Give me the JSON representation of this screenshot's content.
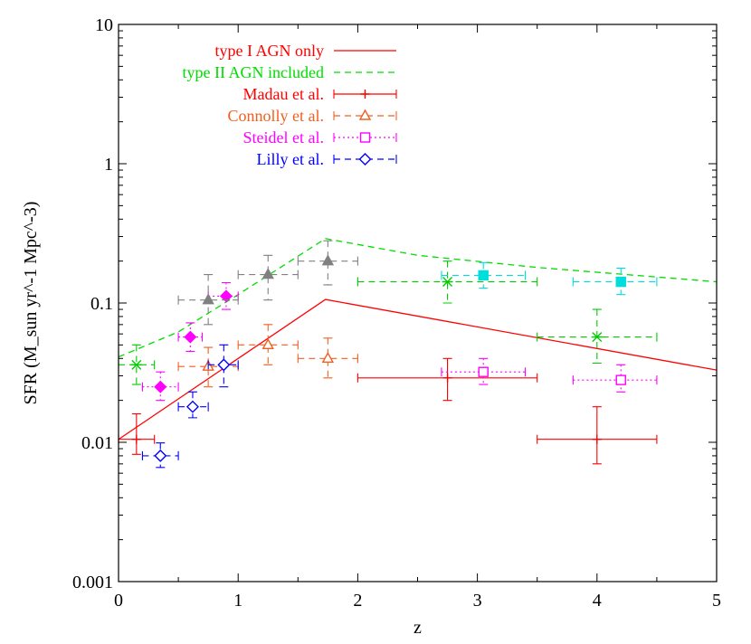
{
  "chart_data": {
    "type": "scatter",
    "title": "",
    "xlabel": "z",
    "ylabel": "SFR (M_sun yr^-1 Mpc^-3)",
    "xlim": [
      0,
      5
    ],
    "ylim": [
      0.001,
      10
    ],
    "yscale": "log",
    "grid": false,
    "legend_position": "top-left",
    "x_ticks": [
      0,
      1,
      2,
      3,
      4,
      5
    ],
    "x_tick_labels": [
      "0",
      "1",
      "2",
      "3",
      "4",
      "5"
    ],
    "y_ticks": [
      0.001,
      0.01,
      0.1,
      1,
      10
    ],
    "y_tick_labels": [
      "0.001",
      "0.01",
      "0.1",
      "1",
      "10"
    ],
    "curves": [
      {
        "name": "type I AGN only",
        "color": "#ff0000",
        "dash": "solid",
        "points": [
          [
            0,
            0.0105
          ],
          [
            1.73,
            0.106
          ],
          [
            5,
            0.033
          ]
        ]
      },
      {
        "name": "type II AGN included",
        "color": "#00dd00",
        "dash": "dashed",
        "points": [
          [
            0,
            0.041
          ],
          [
            0.5,
            0.062
          ],
          [
            1.0,
            0.115
          ],
          [
            1.73,
            0.29
          ],
          [
            2.5,
            0.22
          ],
          [
            3.5,
            0.18
          ],
          [
            5,
            0.142
          ]
        ]
      }
    ],
    "series": [
      {
        "name": "Madau et al.",
        "color": "#ff0000",
        "marker": "plus",
        "filled": false,
        "dash": "solid",
        "points": [
          {
            "x": 0.15,
            "y": 0.0105,
            "xlo": 0.0,
            "xhi": 0.3,
            "ylo": 0.0082,
            "yhi": 0.016
          },
          {
            "x": 2.75,
            "y": 0.029,
            "xlo": 2.0,
            "xhi": 3.5,
            "ylo": 0.02,
            "yhi": 0.04
          },
          {
            "x": 4.0,
            "y": 0.0105,
            "xlo": 3.5,
            "xhi": 4.5,
            "ylo": 0.007,
            "yhi": 0.018
          }
        ]
      },
      {
        "name": "Connolly et al.",
        "color": "#f06020",
        "marker": "triangle",
        "filled": false,
        "dash": "dashed",
        "points": [
          {
            "x": 0.75,
            "y": 0.035,
            "xlo": 0.5,
            "xhi": 1.0,
            "ylo": 0.025,
            "yhi": 0.048
          },
          {
            "x": 1.25,
            "y": 0.05,
            "xlo": 1.0,
            "xhi": 1.5,
            "ylo": 0.036,
            "yhi": 0.07
          },
          {
            "x": 1.75,
            "y": 0.04,
            "xlo": 1.5,
            "xhi": 2.0,
            "ylo": 0.029,
            "yhi": 0.056
          }
        ]
      },
      {
        "name": "Steidel et al.",
        "color": "#ff00ff",
        "marker": "square",
        "filled": false,
        "dash": "dotted",
        "points": [
          {
            "x": 3.05,
            "y": 0.032,
            "xlo": 2.7,
            "xhi": 3.4,
            "ylo": 0.026,
            "yhi": 0.04
          },
          {
            "x": 4.2,
            "y": 0.028,
            "xlo": 3.8,
            "xhi": 4.5,
            "ylo": 0.023,
            "yhi": 0.036
          }
        ]
      },
      {
        "name": "Lilly et al.",
        "color": "#0000ff",
        "marker": "diamond",
        "filled": false,
        "dash": "dashed",
        "points": [
          {
            "x": 0.35,
            "y": 0.008,
            "xlo": 0.2,
            "xhi": 0.5,
            "ylo": 0.0066,
            "yhi": 0.0099
          },
          {
            "x": 0.62,
            "y": 0.018,
            "xlo": 0.5,
            "xhi": 0.75,
            "ylo": 0.015,
            "yhi": 0.023
          },
          {
            "x": 0.88,
            "y": 0.036,
            "xlo": 0.75,
            "xhi": 1.0,
            "ylo": 0.025,
            "yhi": 0.05
          }
        ]
      },
      {
        "name": "",
        "color": "#ff00ff",
        "marker": "diamond",
        "filled": true,
        "dash": "dotted",
        "points": [
          {
            "x": 0.35,
            "y": 0.025,
            "xlo": 0.2,
            "xhi": 0.5,
            "ylo": 0.02,
            "yhi": 0.032
          },
          {
            "x": 0.6,
            "y": 0.057,
            "xlo": 0.5,
            "xhi": 0.7,
            "ylo": 0.045,
            "yhi": 0.072
          },
          {
            "x": 0.9,
            "y": 0.112,
            "xlo": 0.75,
            "xhi": 1.0,
            "ylo": 0.09,
            "yhi": 0.14
          }
        ]
      },
      {
        "name": "",
        "color": "#808080",
        "marker": "triangle",
        "filled": true,
        "dash": "dashed",
        "points": [
          {
            "x": 0.75,
            "y": 0.105,
            "xlo": 0.5,
            "xhi": 1.0,
            "ylo": 0.07,
            "yhi": 0.16
          },
          {
            "x": 1.25,
            "y": 0.16,
            "xlo": 1.0,
            "xhi": 1.5,
            "ylo": 0.105,
            "yhi": 0.22
          },
          {
            "x": 1.75,
            "y": 0.2,
            "xlo": 1.5,
            "xhi": 2.0,
            "ylo": 0.135,
            "yhi": 0.28
          }
        ]
      },
      {
        "name": "",
        "color": "#00cc00",
        "marker": "star",
        "filled": false,
        "dash": "dashed",
        "points": [
          {
            "x": 0.15,
            "y": 0.036,
            "xlo": 0.0,
            "xhi": 0.3,
            "ylo": 0.026,
            "yhi": 0.05
          },
          {
            "x": 2.75,
            "y": 0.142,
            "xlo": 2.0,
            "xhi": 3.5,
            "ylo": 0.1,
            "yhi": 0.2
          },
          {
            "x": 4.0,
            "y": 0.057,
            "xlo": 3.5,
            "xhi": 4.5,
            "ylo": 0.037,
            "yhi": 0.09
          }
        ]
      },
      {
        "name": "",
        "color": "#00dddd",
        "marker": "square",
        "filled": true,
        "dash": "dashed",
        "points": [
          {
            "x": 3.05,
            "y": 0.158,
            "xlo": 2.7,
            "xhi": 3.4,
            "ylo": 0.128,
            "yhi": 0.195
          },
          {
            "x": 4.2,
            "y": 0.142,
            "xlo": 3.8,
            "xhi": 4.5,
            "ylo": 0.115,
            "yhi": 0.178
          }
        ]
      }
    ],
    "legend": [
      {
        "label": "type I AGN only",
        "color": "#ff0000",
        "dash": "solid",
        "marker": "none",
        "errorbar": false,
        "filled": false
      },
      {
        "label": "type II AGN included",
        "color": "#00dd00",
        "dash": "dashed",
        "marker": "none",
        "errorbar": false,
        "filled": false
      },
      {
        "label": "Madau et al.",
        "color": "#ff0000",
        "dash": "solid",
        "marker": "plus",
        "errorbar": true,
        "filled": false
      },
      {
        "label": "Connolly et al.",
        "color": "#f06020",
        "dash": "dashed",
        "marker": "triangle",
        "errorbar": true,
        "filled": false
      },
      {
        "label": "Steidel et al.",
        "color": "#ff00ff",
        "dash": "dotted",
        "marker": "square",
        "errorbar": true,
        "filled": false
      },
      {
        "label": "Lilly et al.",
        "color": "#0000ff",
        "dash": "dashed",
        "marker": "diamond",
        "errorbar": true,
        "filled": false
      }
    ]
  }
}
